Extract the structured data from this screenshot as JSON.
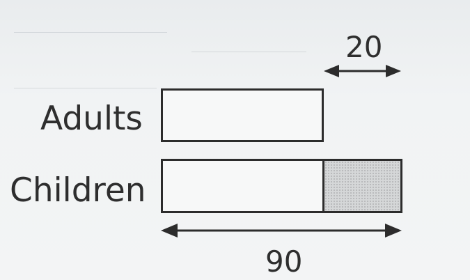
{
  "labels": {
    "adults": "Adults",
    "children": "Children"
  },
  "measurements": {
    "difference": "20",
    "total": "90"
  },
  "colors": {
    "stroke": "#2c2c2c",
    "shade": "#d5d7d8",
    "background": "#f1f3f4"
  }
}
